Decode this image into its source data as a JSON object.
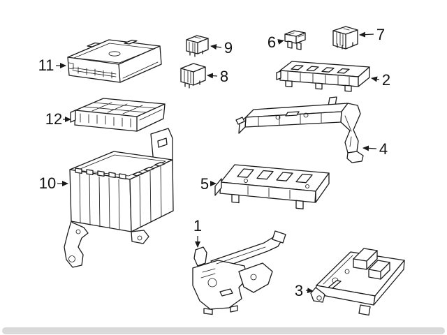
{
  "diagram": {
    "background_color": "#ffffff",
    "line_color": "#1a1a1a",
    "footer_bar_color": "#d9d9d9",
    "callouts": [
      {
        "label": "1"
      },
      {
        "label": "2"
      },
      {
        "label": "3"
      },
      {
        "label": "4"
      },
      {
        "label": "5"
      },
      {
        "label": "6"
      },
      {
        "label": "7"
      },
      {
        "label": "8"
      },
      {
        "label": "9"
      },
      {
        "label": "10"
      },
      {
        "label": "11"
      },
      {
        "label": "12"
      }
    ]
  }
}
